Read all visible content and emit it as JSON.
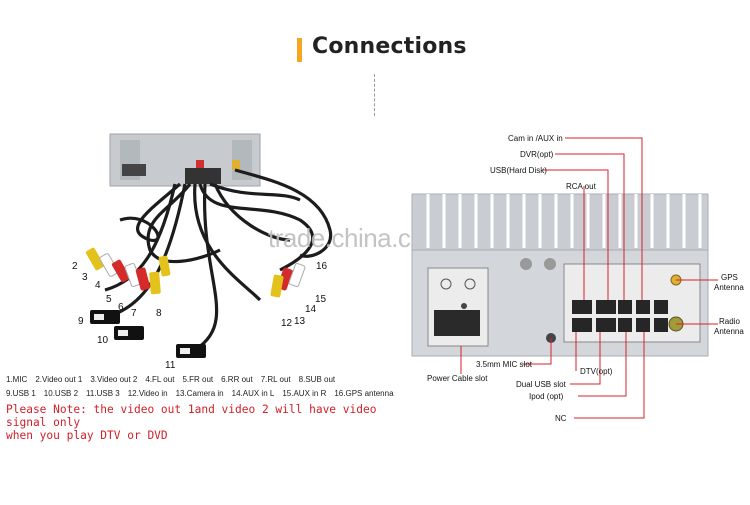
{
  "header": {
    "title": "Connections"
  },
  "watermark": "trade.china.cn",
  "left_diagram": {
    "callouts": [
      "2",
      "3",
      "4",
      "5",
      "6",
      "7",
      "8",
      "9",
      "10",
      "11",
      "12",
      "13",
      "14",
      "15",
      "16"
    ]
  },
  "legend": {
    "rows": [
      [
        "1.MIC",
        "2.Video out 1",
        "3.Video out 2",
        "4.FL out",
        "5.FR out",
        "6.RR out",
        "7.RL out",
        "8.SUB out"
      ],
      [
        "9.USB 1",
        "10.USB 2",
        "11.USB 3",
        "12.Video in",
        "13.Camera in",
        "14.AUX in L",
        "15.AUX in R",
        "16.GPS antenna"
      ]
    ]
  },
  "note": {
    "line1": "Please Note: the video out 1and video 2 will have video signal only",
    "line2": "when you play DTV or DVD"
  },
  "right_diagram": {
    "labels": {
      "cam_in_aux_in": "Cam in /AUX in",
      "dvr_opt": "DVR(opt)",
      "usb_hard_disk": "USB(Hard Disk)",
      "rca_out": "RCA out",
      "gps_antenna_1": "GPS",
      "gps_antenna_2": "Antenna",
      "radio_antenna_1": "Radio",
      "radio_antenna_2": "Antenna",
      "mic_slot": "3.5mm MIC slot",
      "power_cable_slot": "Power Cable slot",
      "dtv_opt": "DTV(opt)",
      "dual_usb_slot": "Dual USB slot",
      "ipod_opt": "Ipod (opt)",
      "nc": "NC"
    }
  },
  "colors": {
    "accent": "#f5a623",
    "callout_line": "#d9202a",
    "note_text": "#d0202a",
    "panel_grey": "#c9cdd1"
  }
}
